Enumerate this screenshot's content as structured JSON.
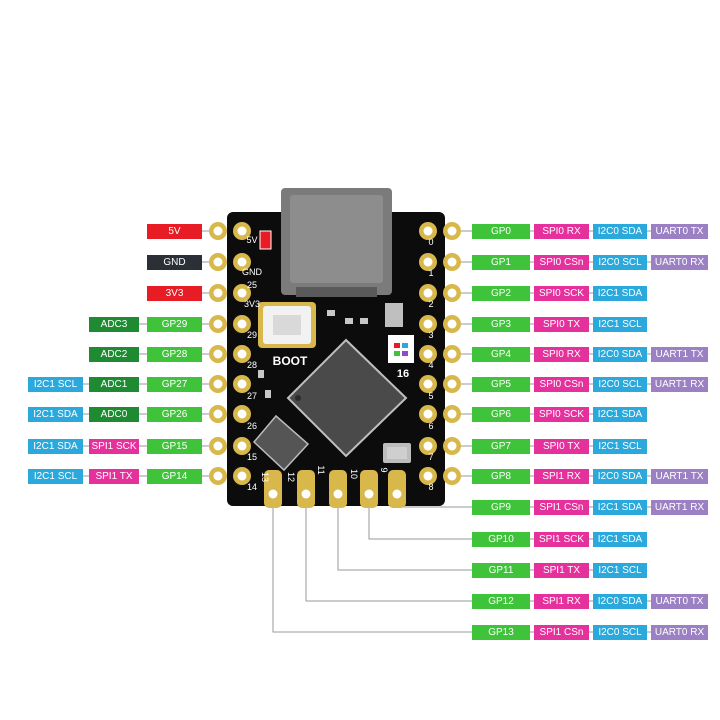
{
  "colors": {
    "board": "#0c0c0c",
    "gold": "#d8b84a",
    "power": "#e81c24",
    "gnd": "#2b2f36",
    "gpio": "#3fc33a",
    "adc": "#1e8b33",
    "spi": "#e5319c",
    "i2c": "#2ba8dc",
    "uart": "#9b80c3",
    "connector": "#7b7b7b"
  },
  "board": {
    "boot_label": "BOOT",
    "led_label": "16",
    "silk_left": [
      "5V",
      "GND",
      "25",
      "3V3",
      "29",
      "28",
      "27",
      "26",
      "15",
      "14"
    ],
    "silk_right": [
      "0",
      "1",
      "2",
      "3",
      "4",
      "5",
      "6",
      "7",
      "8"
    ],
    "silk_bottom": [
      "13",
      "12",
      "11",
      "10",
      "9"
    ]
  },
  "left_pins": [
    {
      "gp": "5V",
      "kind": "power"
    },
    {
      "gp": "GND",
      "kind": "gnd"
    },
    {
      "gp": "3V3",
      "kind": "power"
    },
    {
      "gp": "GP29",
      "kind": "gpio",
      "adc": "ADC3"
    },
    {
      "gp": "GP28",
      "kind": "gpio",
      "adc": "ADC2"
    },
    {
      "gp": "GP27",
      "kind": "gpio",
      "adc": "ADC1",
      "i2c": "I2C1 SCL"
    },
    {
      "gp": "GP26",
      "kind": "gpio",
      "adc": "ADC0",
      "i2c": "I2C1 SDA"
    },
    {
      "gp": "GP15",
      "kind": "gpio",
      "spi": "SPI1 SCK",
      "i2c": "I2C1 SDA"
    },
    {
      "gp": "GP14",
      "kind": "gpio",
      "spi": "SPI1 TX",
      "i2c": "I2C1 SCL"
    }
  ],
  "right_pins": [
    {
      "gp": "GP0",
      "spi": "SPI0 RX",
      "i2c": "I2C0 SDA",
      "uart": "UART0 TX"
    },
    {
      "gp": "GP1",
      "spi": "SPI0 CSn",
      "i2c": "I2C0 SCL",
      "uart": "UART0 RX"
    },
    {
      "gp": "GP2",
      "spi": "SPI0 SCK",
      "i2c": "I2C1 SDA"
    },
    {
      "gp": "GP3",
      "spi": "SPI0 TX",
      "i2c": "I2C1 SCL"
    },
    {
      "gp": "GP4",
      "spi": "SPI0 RX",
      "i2c": "I2C0 SDA",
      "uart": "UART1 TX"
    },
    {
      "gp": "GP5",
      "spi": "SPI0 CSn",
      "i2c": "I2C0 SCL",
      "uart": "UART1 RX"
    },
    {
      "gp": "GP6",
      "spi": "SPI0 SCK",
      "i2c": "I2C1 SDA"
    },
    {
      "gp": "GP7",
      "spi": "SPI0 TX",
      "i2c": "I2C1 SCL"
    },
    {
      "gp": "GP8",
      "spi": "SPI1 RX",
      "i2c": "I2C0 SDA",
      "uart": "UART1 TX"
    },
    {
      "gp": "GP9",
      "spi": "SPI1 CSn",
      "i2c": "I2C1 SDA",
      "uart": "UART1 RX"
    },
    {
      "gp": "GP10",
      "spi": "SPI1 SCK",
      "i2c": "I2C1 SDA"
    },
    {
      "gp": "GP11",
      "spi": "SPI1 TX",
      "i2c": "I2C1 SCL"
    },
    {
      "gp": "GP12",
      "spi": "SPI1 RX",
      "i2c": "I2C0 SDA",
      "uart": "UART0 TX"
    },
    {
      "gp": "GP13",
      "spi": "SPI1 CSn",
      "i2c": "I2C0 SCL",
      "uart": "UART0 RX"
    }
  ]
}
